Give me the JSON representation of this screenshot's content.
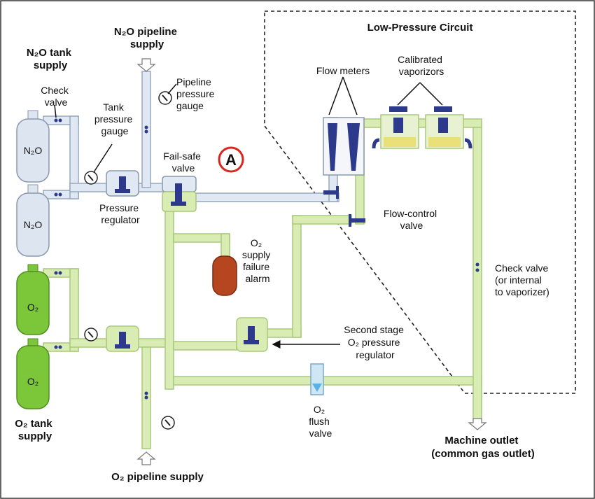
{
  "colors": {
    "n2o_line_fill": "#dfe8f3",
    "n2o_line_stroke": "#97a8be",
    "o2_line_fill": "#d8ecb3",
    "o2_line_stroke": "#a9c97a",
    "o2_cylinder": "#7cc63a",
    "n2o_cylinder": "#dde5f0",
    "alarm": "#b5461f",
    "marker_ring": "#d9261c",
    "component_blue": "#2d3a8c"
  },
  "labels": {
    "n2o_tank_supply": [
      "N₂O tank",
      "supply"
    ],
    "n2o_pipeline_supply": [
      "N₂O pipeline",
      "supply"
    ],
    "check_valve_top": [
      "Check",
      "valve"
    ],
    "tank_pressure_gauge": [
      "Tank",
      "pressure",
      "gauge"
    ],
    "pipeline_pressure_gauge": [
      "Pipeline",
      "pressure",
      "gauge"
    ],
    "fail_safe_valve": [
      "Fail-safe",
      "valve"
    ],
    "marker": "A",
    "pressure_regulator": [
      "Pressure",
      "regulator"
    ],
    "cylinder_n2o": "N₂O",
    "cylinder_o2": "O₂",
    "o2_failure_alarm": [
      "O₂",
      "supply",
      "failure",
      "alarm"
    ],
    "low_pressure_circuit": "Low-Pressure Circuit",
    "flow_meters": "Flow meters",
    "calibrated_vaporizors": [
      "Calibrated",
      "vaporizors"
    ],
    "flow_control_valve": [
      "Flow-control",
      "valve"
    ],
    "check_valve_right": [
      "Check valve",
      "(or internal",
      "to vaporizer)"
    ],
    "second_stage": [
      "Second stage",
      "O₂ pressure",
      "regulator"
    ],
    "o2_flush_valve": [
      "O₂",
      "flush",
      "valve"
    ],
    "o2_tank_supply": [
      "O₂ tank",
      "supply"
    ],
    "o2_pipeline_supply": "O₂ pipeline supply",
    "machine_outlet": [
      "Machine outlet",
      "(common gas outlet)"
    ]
  }
}
